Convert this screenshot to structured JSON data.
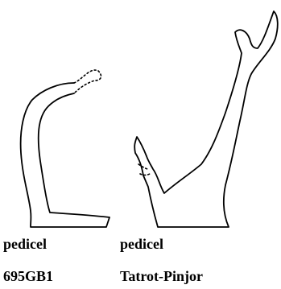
{
  "specimens": [
    {
      "part_label": "pedicel",
      "specimen_label": "695GB1"
    },
    {
      "part_label": "pedicel",
      "specimen_label": "Tatrot-Pinjor"
    }
  ]
}
